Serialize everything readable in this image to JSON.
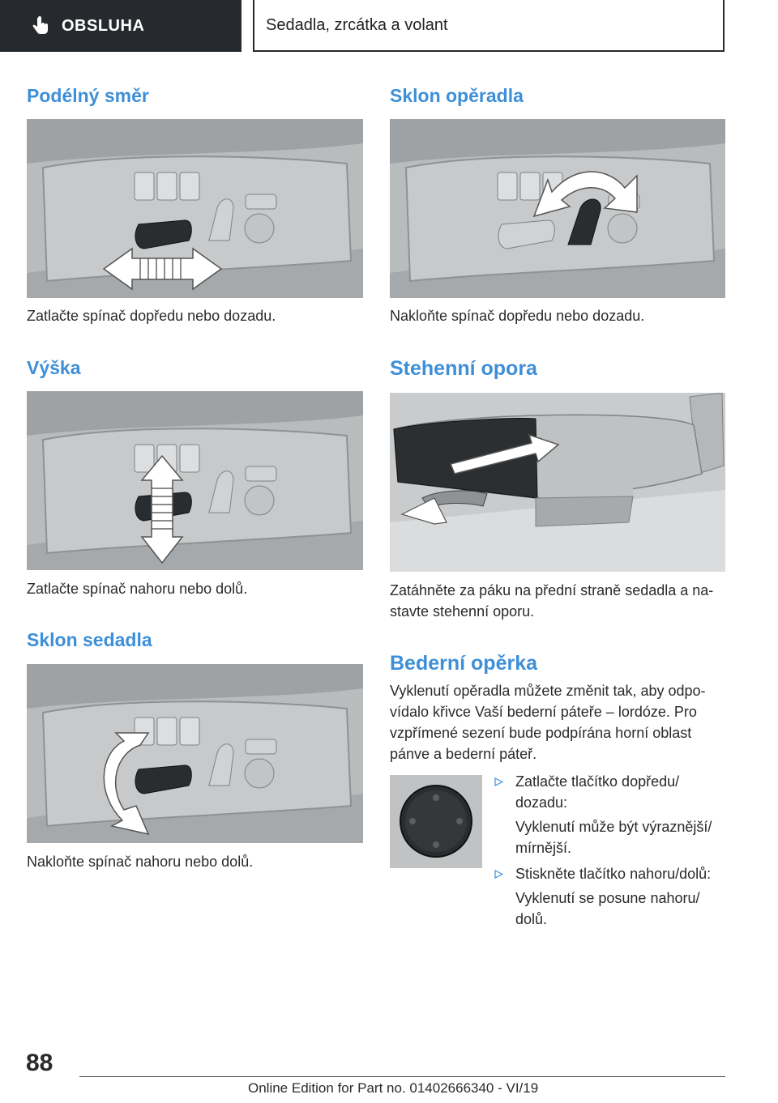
{
  "header": {
    "tab_label": "OBSLUHA",
    "tab_icon": "hand-pointer-icon",
    "section_title": "Sedadla, zrcátka a volant"
  },
  "left_column": {
    "sections": [
      {
        "title": "Podélný směr",
        "caption": "Zatlačte spínač dopředu nebo dozadu."
      },
      {
        "title": "Výška",
        "caption": "Zatlačte spínač nahoru nebo dolů."
      },
      {
        "title": "Sklon sedadla",
        "caption": "Nakloňte spínač nahoru nebo dolů."
      }
    ]
  },
  "right_column": {
    "sections": [
      {
        "title": "Sklon opěradla",
        "caption": "Nakloňte spínač dopředu nebo dozadu."
      },
      {
        "title": "Stehenní opora",
        "caption_line1": "Zatáhněte za páku na přední straně sedadla a na-",
        "caption_line2": "stavte stehenní oporu."
      }
    ],
    "lumbar": {
      "title": "Bederní opěrka",
      "paragraph": "Vyklenutí opěradla můžete změnit tak, aby odpo- vídalo křivce Vaší bederní páteře – lordóze. Pro vzpřímené sezení bude podpírána horní oblast pánve a bederní páteř.",
      "bullets": [
        {
          "text": "Zatlačte tlačítko dopředu/ dozadu:",
          "sub": "Vyklenutí může být výraznější/ mírnější."
        },
        {
          "text": "Stiskněte tlačítko nahoru/dolů:",
          "sub": "Vyklenutí se posune nahoru/ dolů."
        }
      ]
    }
  },
  "footer": {
    "page_number": "88",
    "edition": "Online Edition for Part no. 01402666340 - VI/19"
  },
  "colors": {
    "heading_blue": "#3d8fd8",
    "header_dark": "#262a2e",
    "figure_gray": "#b8babb"
  }
}
